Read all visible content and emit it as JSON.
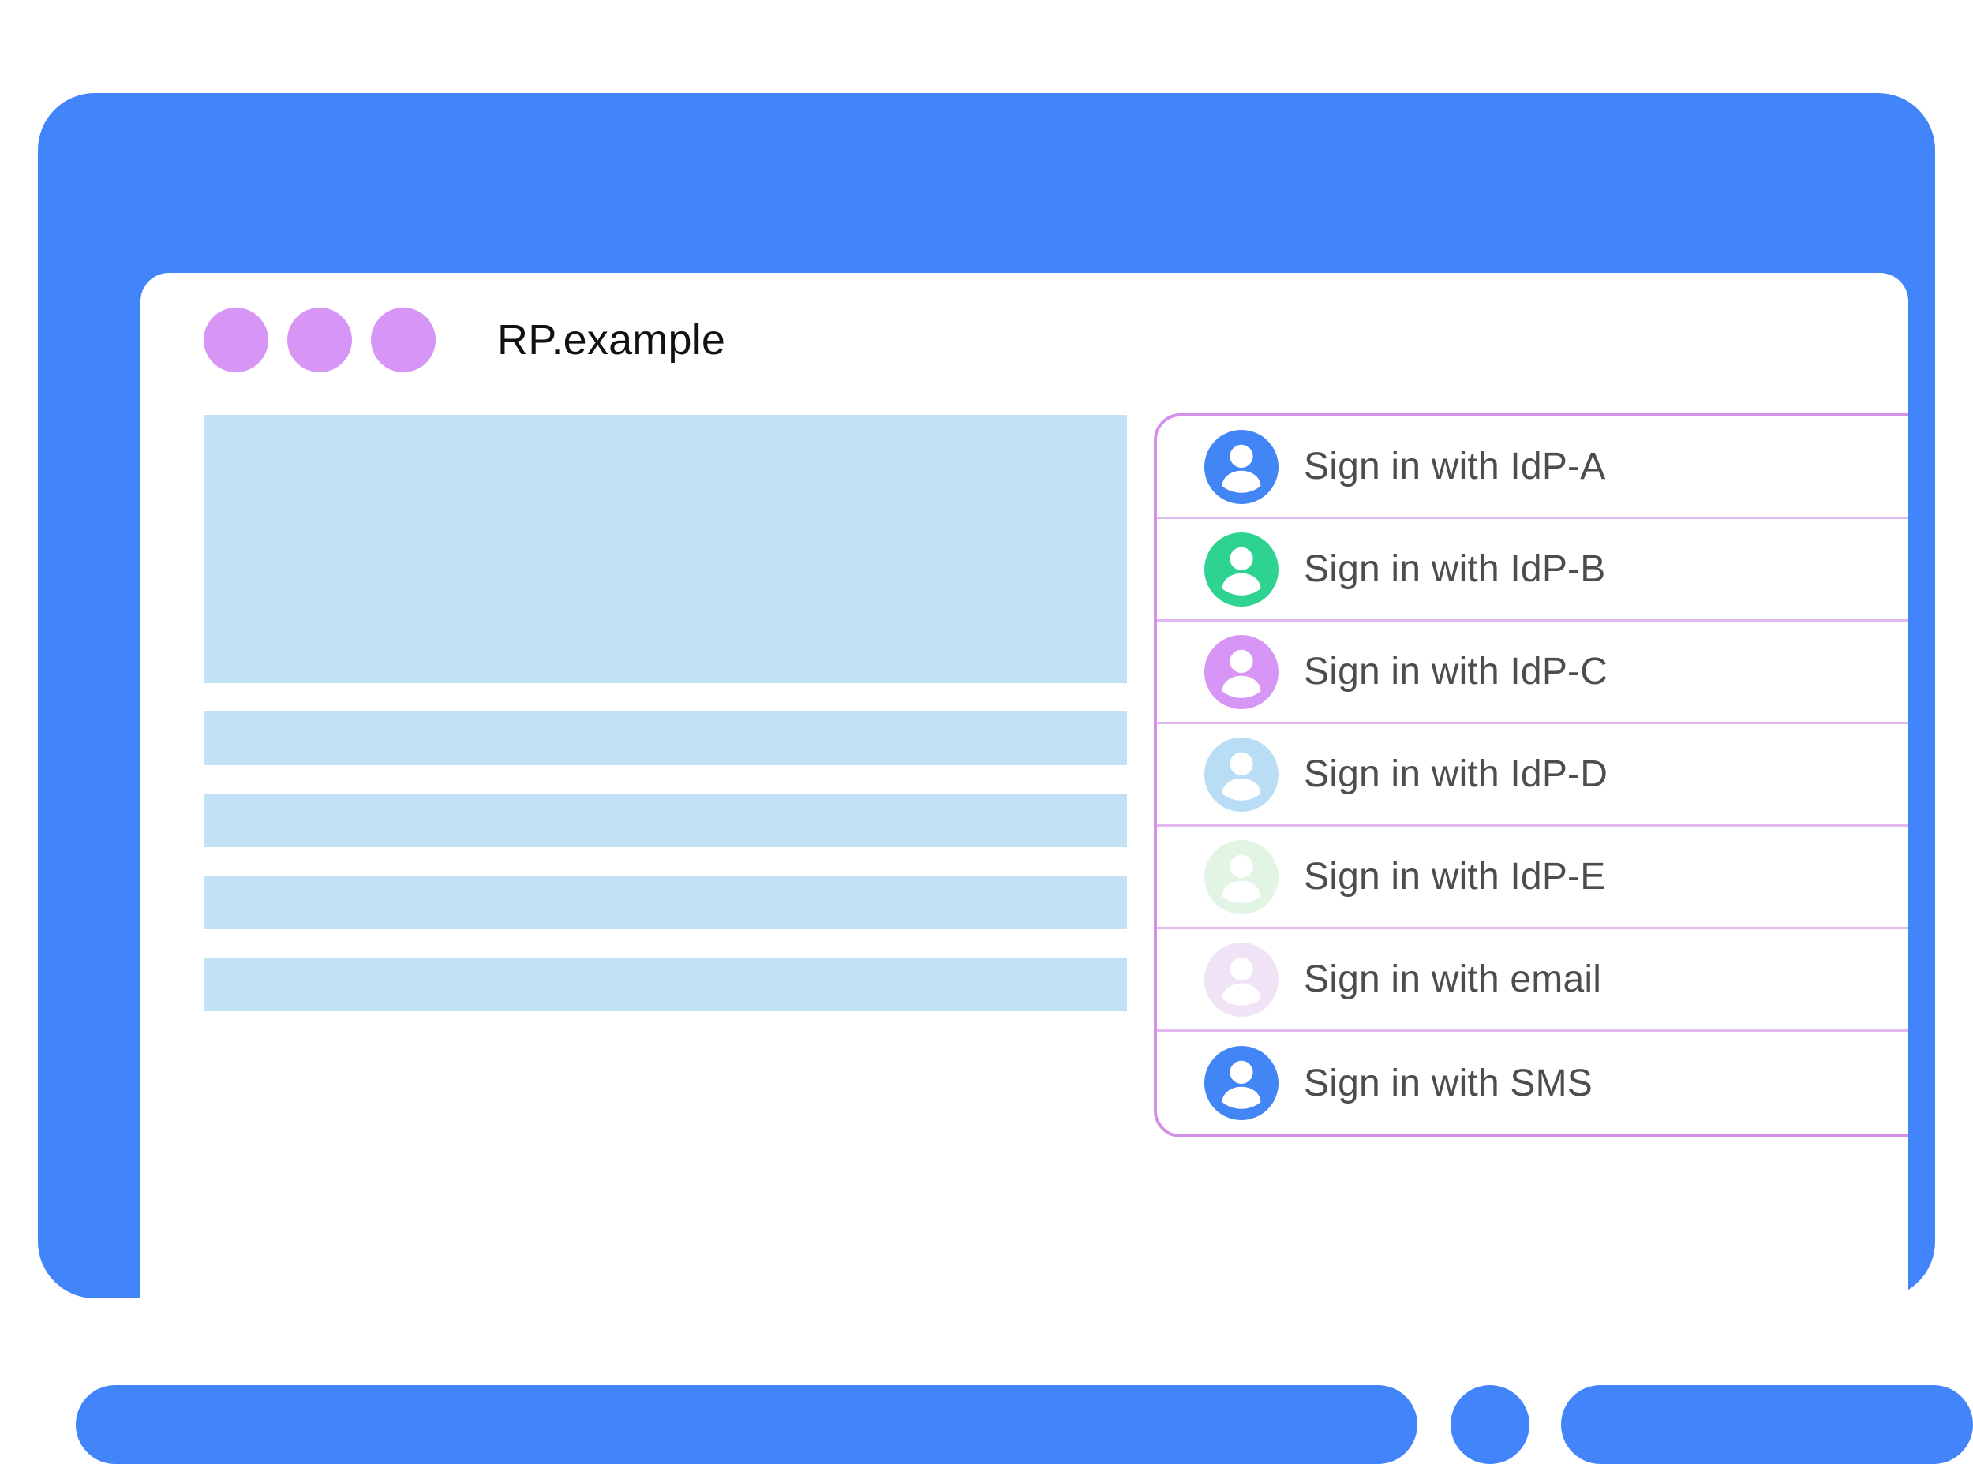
{
  "colors": {
    "device_frame": "#4285fa",
    "window_dot": "#d795f5",
    "placeholder_block": "#c2e1f5",
    "dialog_border": "#d58fe8",
    "row_divider": "#e2b8f0",
    "label_text": "#4d4d4d",
    "title_text": "#111111",
    "screen_background": "#ffffff"
  },
  "titlebar": {
    "title": "RP.example",
    "dots": [
      {
        "name": "window-dot-1",
        "color": "#d795f5"
      },
      {
        "name": "window-dot-2",
        "color": "#d795f5"
      },
      {
        "name": "window-dot-3",
        "color": "#d795f5"
      }
    ]
  },
  "content": {
    "placeholders": [
      {
        "kind": "hero"
      },
      {
        "kind": "bar"
      },
      {
        "kind": "bar"
      },
      {
        "kind": "bar"
      },
      {
        "kind": "bar"
      }
    ]
  },
  "signin_dialog": {
    "items": [
      {
        "label": "Sign in with IdP-A",
        "icon": "account-avatar-icon",
        "avatar_color": "#4285f4"
      },
      {
        "label": "Sign in with IdP-B",
        "icon": "account-avatar-icon",
        "avatar_color": "#2ed391"
      },
      {
        "label": "Sign in with IdP-C",
        "icon": "account-avatar-icon",
        "avatar_color": "#d795f5"
      },
      {
        "label": "Sign in with IdP-D",
        "icon": "account-avatar-icon",
        "avatar_color": "#b9ddf5"
      },
      {
        "label": "Sign in with IdP-E",
        "icon": "account-avatar-icon",
        "avatar_color": "#e2f5e4"
      },
      {
        "label": "Sign in with email",
        "icon": "account-avatar-icon",
        "avatar_color": "#efe3f5"
      },
      {
        "label": "Sign in with SMS",
        "icon": "account-avatar-icon",
        "avatar_color": "#4285f4"
      }
    ]
  },
  "device": {
    "bezel_parts": [
      "bezel-bar-left",
      "home-button",
      "bezel-bar-right"
    ]
  }
}
